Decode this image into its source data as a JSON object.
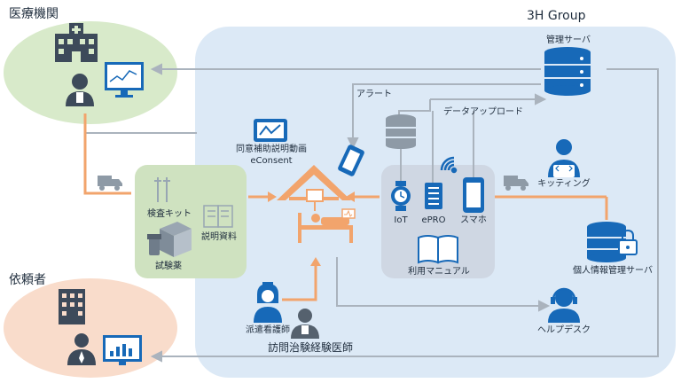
{
  "labels": {
    "hospital": "医療機関",
    "client": "依頼者",
    "group": "3H Group",
    "mgmt_server": "管理サーバ",
    "alert": "アラート",
    "data_upload": "データアップロード",
    "consent_line1": "同意補助説明動画",
    "consent_line2": "eConsent",
    "kitting": "キッティング",
    "test_kit": "検査キット",
    "explain_doc": "説明資料",
    "drug": "試験薬",
    "iot": "IoT",
    "epro": "ePRO",
    "phone": "スマホ",
    "manual": "利用マニュアル",
    "pi_server": "個人情報管理サーバ",
    "nurse": "派遣看護師",
    "doctor": "訪問治験経験医師",
    "helpdesk": "ヘルプデスク"
  },
  "colors": {
    "accent_blue": "#1769b8",
    "orange": "#f2a46c",
    "group_bg": "#dce9f6",
    "hospital_bg": "#d8eaca",
    "client_bg": "#f9dccb",
    "kit_bg": "#cfe2c0",
    "device_bg": "#cfd7e3",
    "line_gray": "#aab3bd"
  }
}
